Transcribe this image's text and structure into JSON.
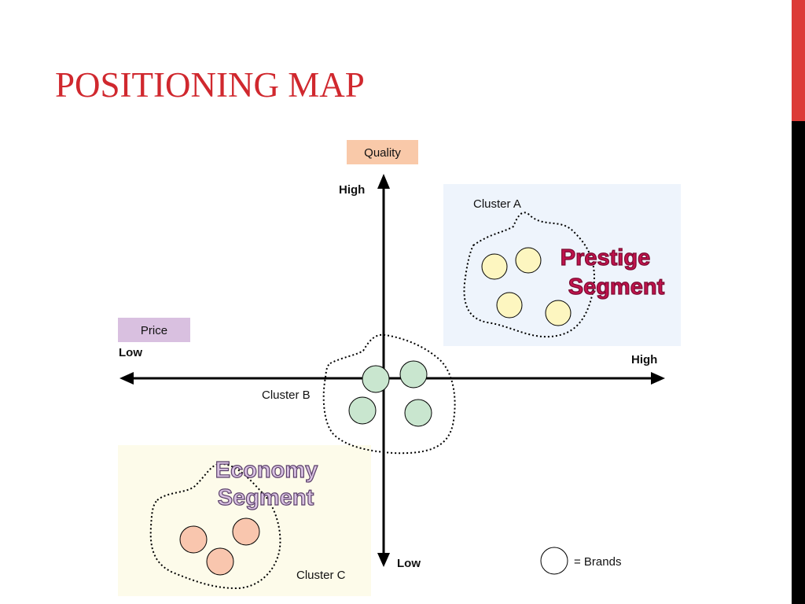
{
  "slide": {
    "title": "POSITIONING MAP"
  },
  "axes": {
    "quality_label": "Quality",
    "price_label": "Price",
    "quality_high": "High",
    "quality_low": "Low",
    "price_low": "Low",
    "price_high": "High"
  },
  "segments": {
    "prestige": {
      "line1": "Prestige",
      "line2": "Segment"
    },
    "economy": {
      "line1": "Economy",
      "line2": "Segment"
    }
  },
  "clusters": {
    "a": {
      "label": "Cluster A",
      "brand_count": 4
    },
    "b": {
      "label": "Cluster B",
      "brand_count": 4
    },
    "c": {
      "label": "Cluster C",
      "brand_count": 3
    }
  },
  "legend": {
    "text": "= Brands"
  },
  "colors": {
    "title": "#d0282e",
    "quality_box": "#f9c9a9",
    "price_box": "#d9c0e0",
    "prestige_area": "#eef4fc",
    "economy_area": "#fdfbea",
    "cluster_a_brand": "#fdf6c0",
    "cluster_b_brand": "#c9e6cf",
    "cluster_c_brand": "#f9c6ae"
  }
}
